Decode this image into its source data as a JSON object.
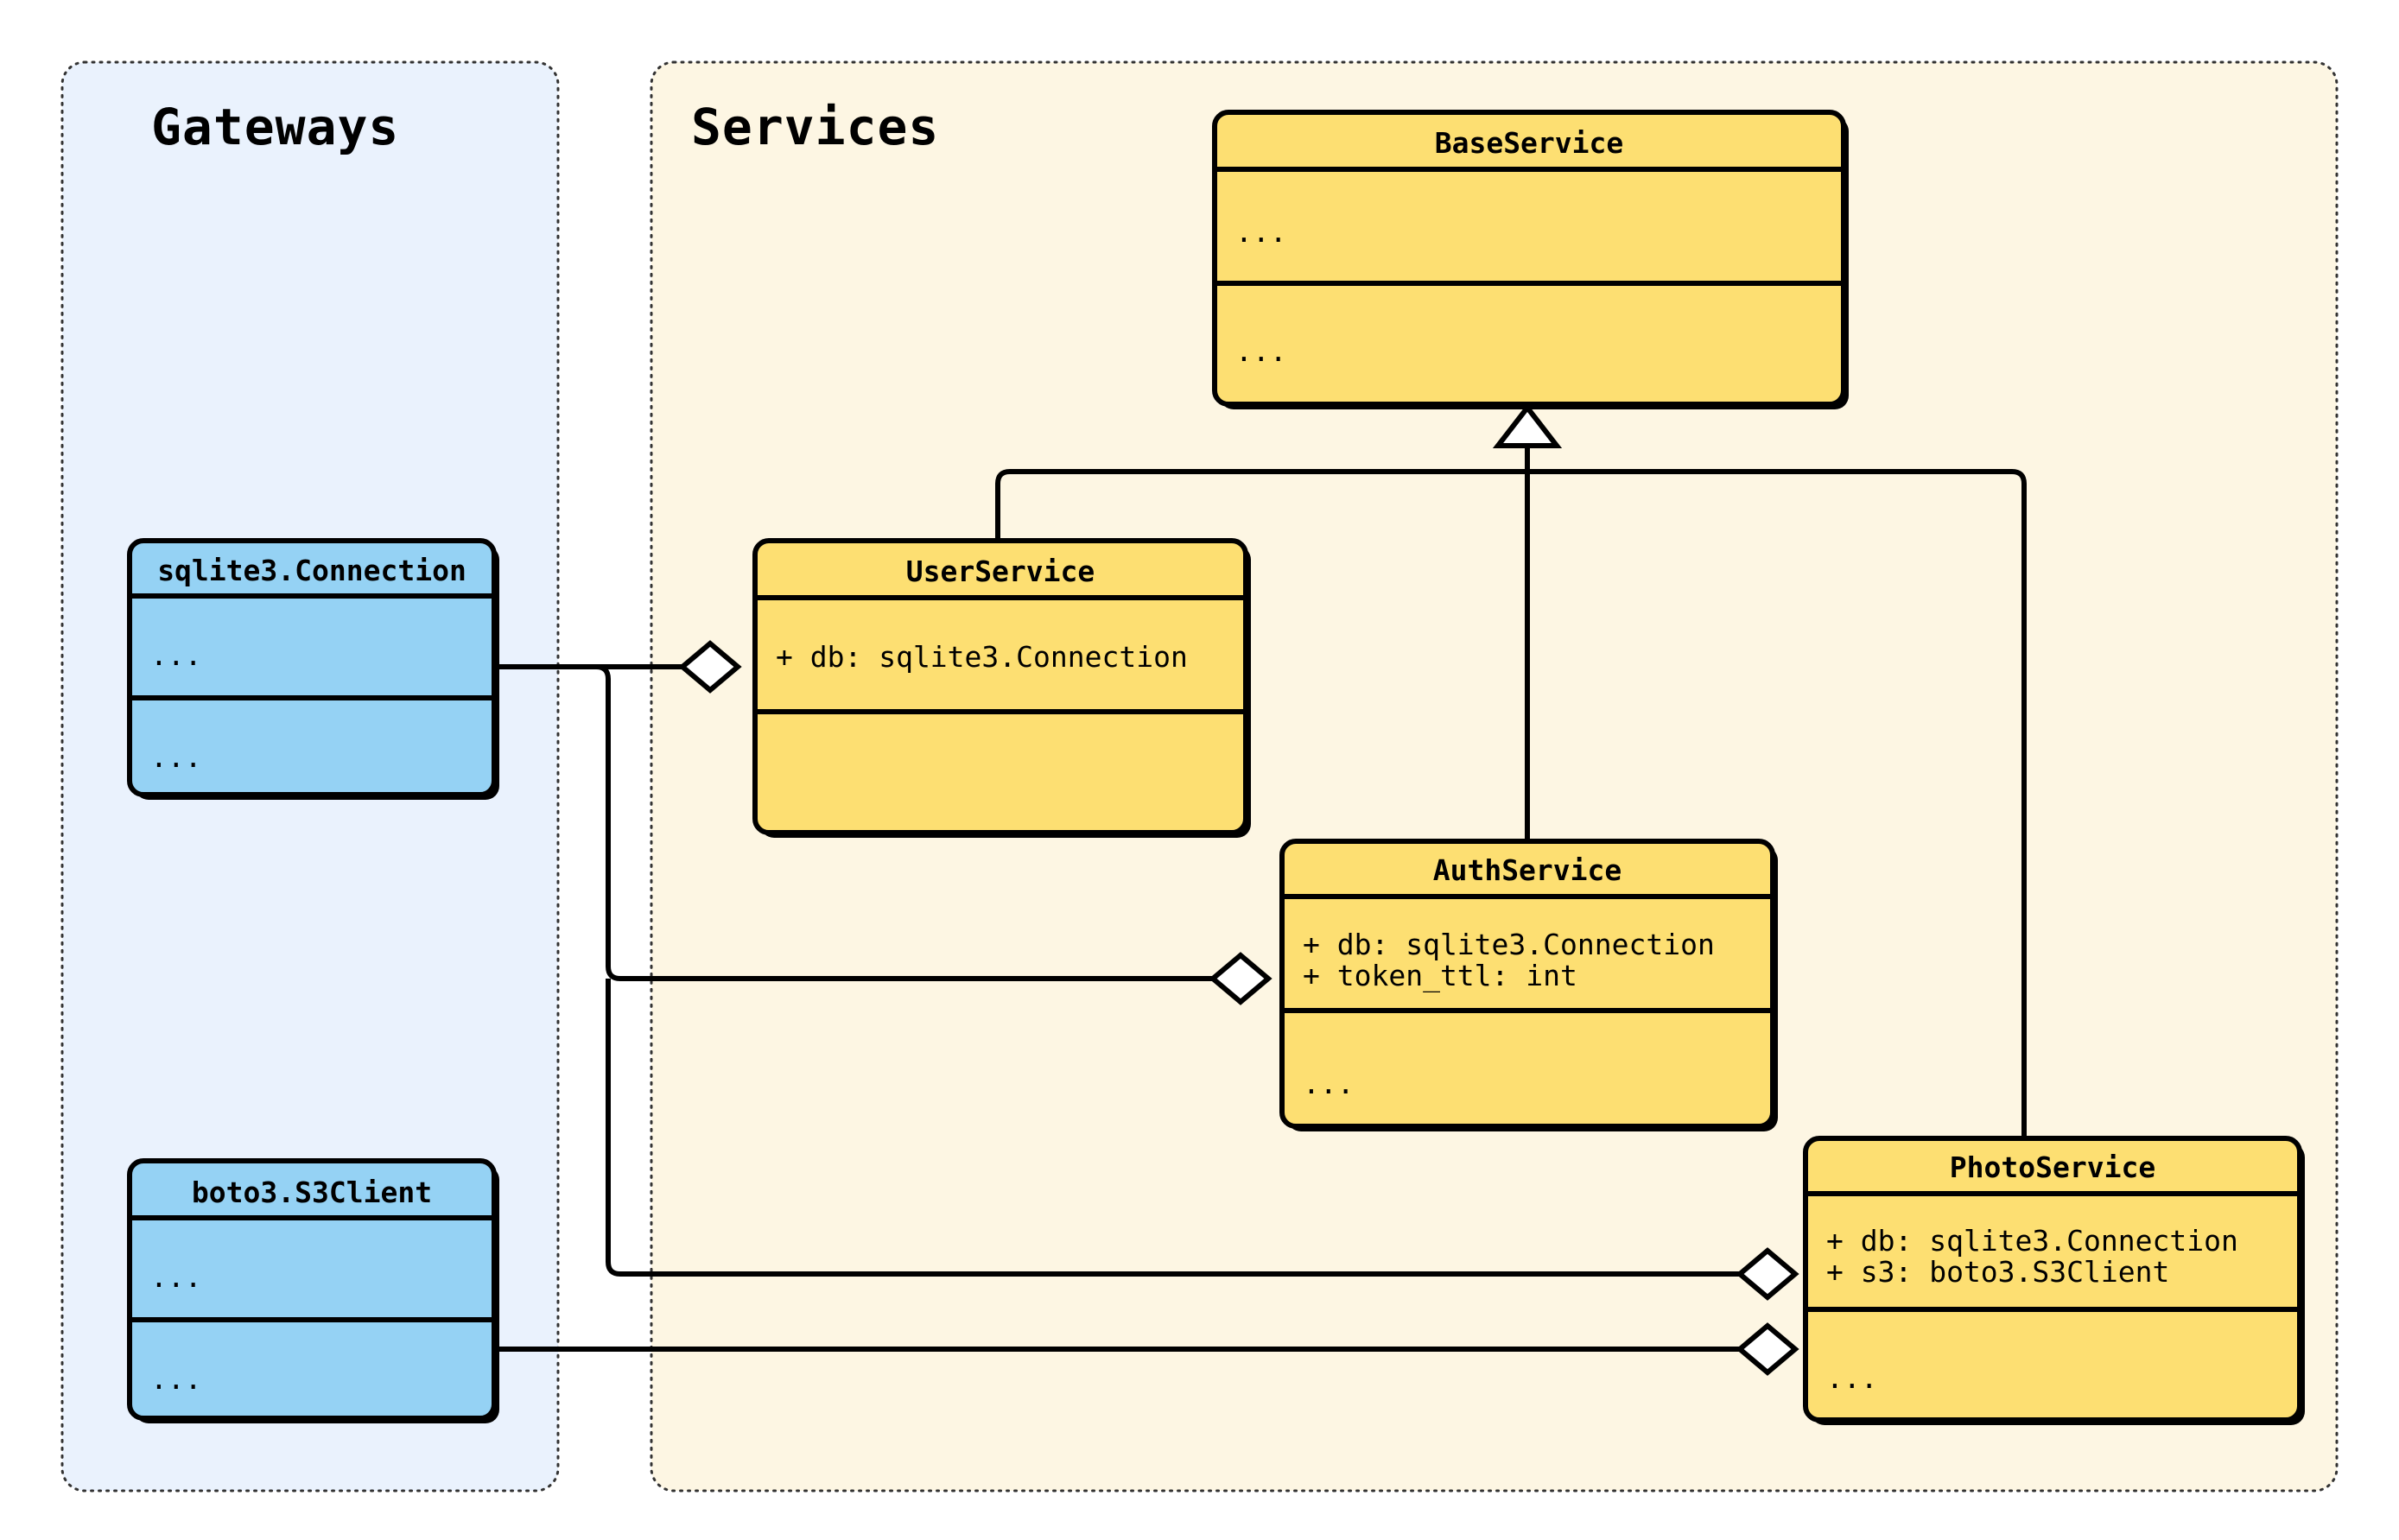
{
  "diagram": {
    "type": "uml-class-diagram",
    "packages": [
      {
        "id": "gateways",
        "title": "Gateways",
        "fill": "#eaf2fd",
        "border": "#333333"
      },
      {
        "id": "services",
        "title": "Services",
        "fill": "#fdf6e3",
        "border": "#333333"
      }
    ],
    "classes": [
      {
        "id": "sqlite3-connection",
        "package": "gateways",
        "name": "sqlite3.Connection",
        "fill": "#95d2f4",
        "attributes": [
          "..."
        ],
        "methods": [
          "..."
        ]
      },
      {
        "id": "boto3-s3client",
        "package": "gateways",
        "name": "boto3.S3Client",
        "fill": "#95d2f4",
        "attributes": [
          "..."
        ],
        "methods": [
          "..."
        ]
      },
      {
        "id": "base-service",
        "package": "services",
        "name": "BaseService",
        "fill": "#fddf72",
        "attributes": [
          "..."
        ],
        "methods": [
          "..."
        ]
      },
      {
        "id": "user-service",
        "package": "services",
        "name": "UserService",
        "fill": "#fddf72",
        "attributes": [
          "+ db: sqlite3.Connection"
        ],
        "methods": [
          ""
        ]
      },
      {
        "id": "auth-service",
        "package": "services",
        "name": "AuthService",
        "fill": "#fddf72",
        "attributes": [
          "+ db: sqlite3.Connection",
          "+ token_ttl: int"
        ],
        "methods": [
          "..."
        ]
      },
      {
        "id": "photo-service",
        "package": "services",
        "name": "PhotoService",
        "fill": "#fddf72",
        "attributes": [
          "+ db: sqlite3.Connection",
          "+ s3: boto3.S3Client"
        ],
        "methods": [
          "..."
        ]
      }
    ],
    "relationships": [
      {
        "id": "rel-user-inherits-base",
        "kind": "generalization",
        "from": "user-service",
        "to": "base-service",
        "marker": "hollow-triangle"
      },
      {
        "id": "rel-auth-inherits-base",
        "kind": "generalization",
        "from": "auth-service",
        "to": "base-service",
        "marker": "hollow-triangle"
      },
      {
        "id": "rel-photo-inherits-base",
        "kind": "generalization",
        "from": "photo-service",
        "to": "base-service",
        "marker": "hollow-triangle"
      },
      {
        "id": "rel-user-agg-conn",
        "kind": "aggregation",
        "from": "sqlite3-connection",
        "to": "user-service",
        "marker": "hollow-diamond"
      },
      {
        "id": "rel-auth-agg-conn",
        "kind": "aggregation",
        "from": "sqlite3-connection",
        "to": "auth-service",
        "marker": "hollow-diamond"
      },
      {
        "id": "rel-photo-agg-conn",
        "kind": "aggregation",
        "from": "sqlite3-connection",
        "to": "photo-service",
        "marker": "hollow-diamond"
      },
      {
        "id": "rel-photo-agg-s3",
        "kind": "aggregation",
        "from": "boto3-s3client",
        "to": "photo-service",
        "marker": "hollow-diamond"
      }
    ]
  }
}
